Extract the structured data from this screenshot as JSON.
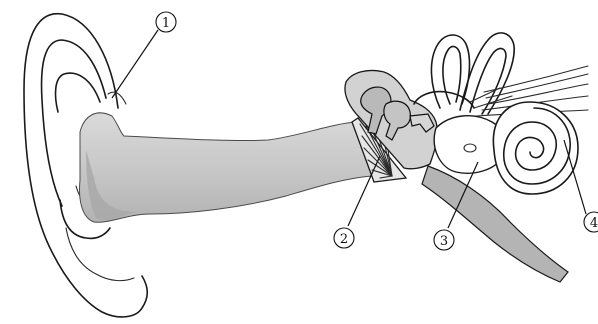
{
  "labels": [
    {
      "id": "1",
      "text": "1"
    },
    {
      "id": "2",
      "text": "2"
    },
    {
      "id": "3",
      "text": "3"
    },
    {
      "id": "4",
      "text": "4"
    }
  ],
  "colors": {
    "canal_fill": "#c9c9c9",
    "canal_shadow": "#a8a8a8",
    "ossicle_fill": "#b9b9b9",
    "outline": "#1a1a1a",
    "background": "#ffffff"
  }
}
